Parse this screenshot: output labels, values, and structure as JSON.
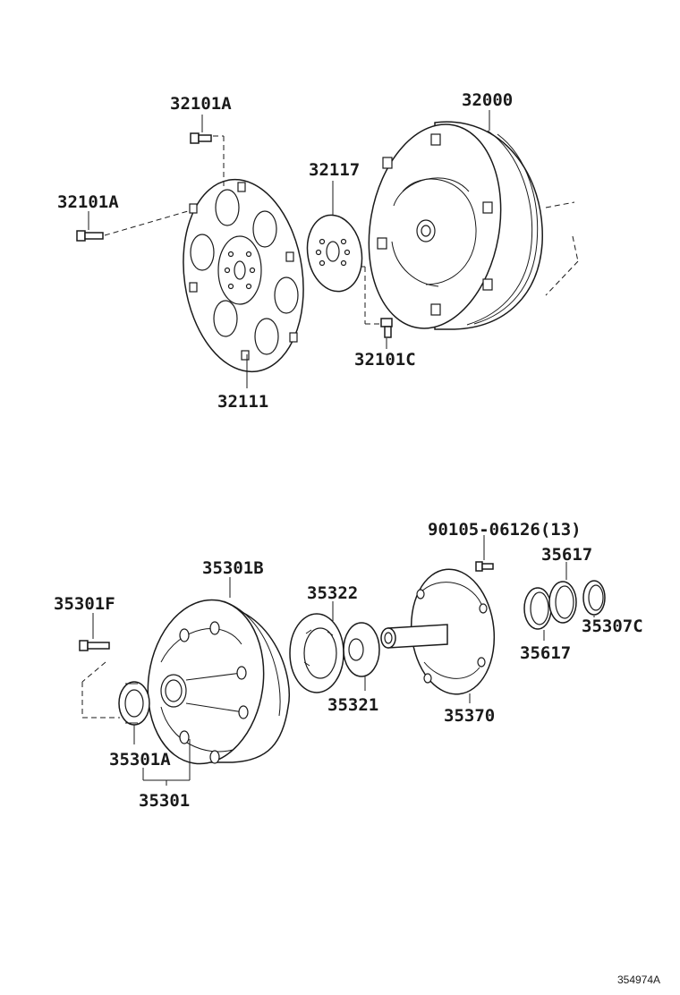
{
  "labels": {
    "p32101A_top": "32101A",
    "p32101A_left": "32101A",
    "p32117": "32117",
    "p32000": "32000",
    "p32101C": "32101C",
    "p32111": "32111",
    "p90105": "90105-06126(13)",
    "p35617_top": "35617",
    "p35301B": "35301B",
    "p35322": "35322",
    "p35301F": "35301F",
    "p35307C": "35307C",
    "p35617_bottom": "35617",
    "p35321": "35321",
    "p35370": "35370",
    "p35301A": "35301A",
    "p35301": "35301"
  },
  "figure_code": "354974A"
}
